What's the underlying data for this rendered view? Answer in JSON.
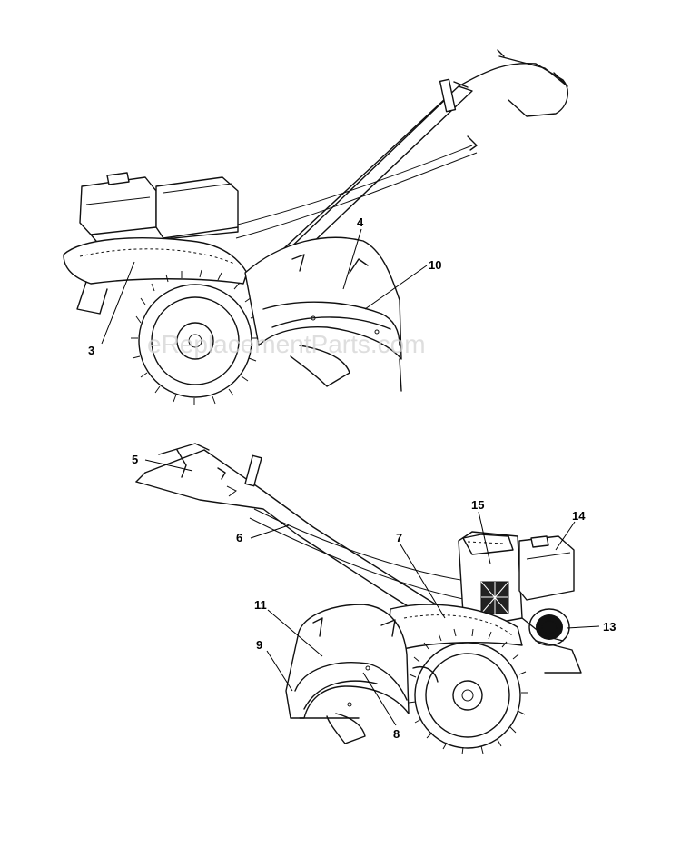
{
  "watermark": "eReplacementParts.com",
  "callouts": {
    "c3": "3",
    "c4": "4",
    "c5": "5",
    "c6": "6",
    "c7": "7",
    "c8": "8",
    "c9": "9",
    "c10": "10",
    "c11": "11",
    "c13": "13",
    "c14": "14",
    "c15": "15"
  }
}
